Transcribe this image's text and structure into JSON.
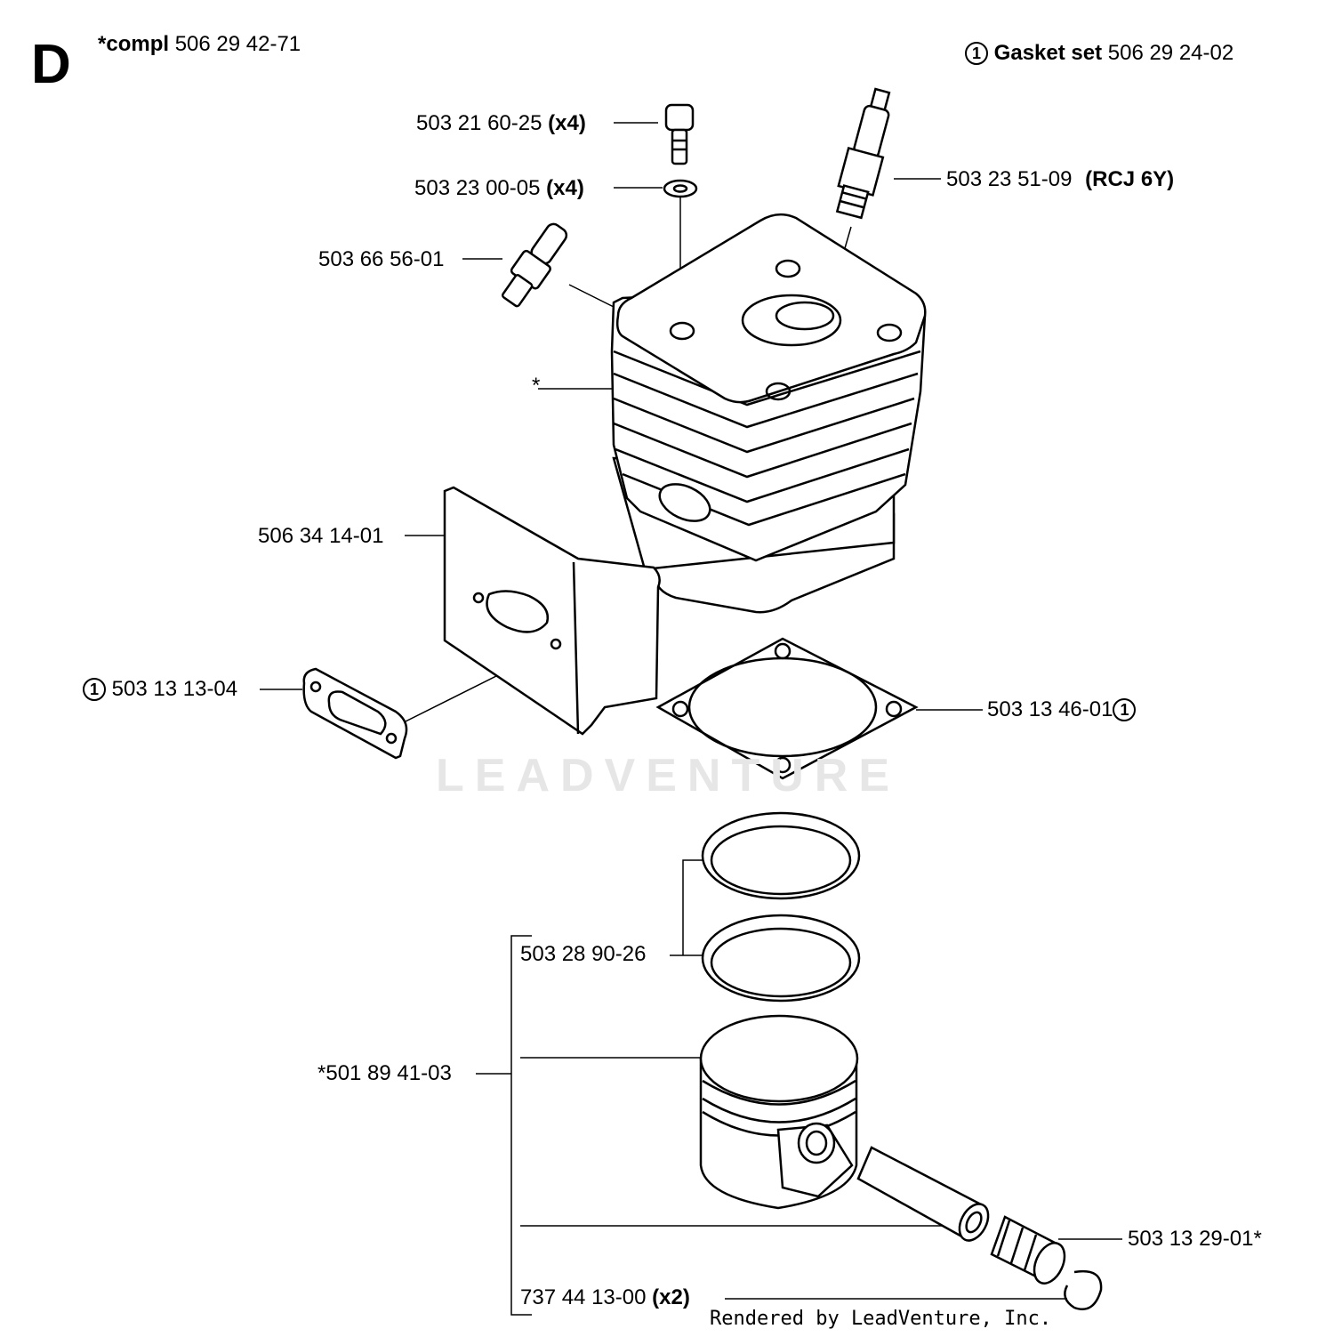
{
  "section": {
    "letter": "D"
  },
  "header": {
    "compl_label": "*compl",
    "compl_number": "506 29 42-71",
    "gasket_marker": "1",
    "gasket_label": "Gasket set",
    "gasket_number": "506 29 24-02"
  },
  "callouts": [
    {
      "id": "screw",
      "number": "503 21 60-25",
      "qty": "(x4)"
    },
    {
      "id": "washer",
      "number": "503 23 00-05",
      "qty": "(x4)"
    },
    {
      "id": "spark-plug",
      "number": "503 23 51-09",
      "qty": "(RCJ 6Y)"
    },
    {
      "id": "valve",
      "number": "503 66 56-01",
      "qty": ""
    },
    {
      "id": "cylinder",
      "number": "*",
      "qty": ""
    },
    {
      "id": "heat-shield",
      "number": "506 34 14-01",
      "qty": ""
    },
    {
      "id": "intake-gasket",
      "number": "503 13 13-04",
      "qty": "",
      "marker": "1"
    },
    {
      "id": "cylinder-gasket",
      "number": "503 13 46-01",
      "qty": "",
      "marker": "1"
    },
    {
      "id": "piston-rings",
      "number": "503 28 90-26",
      "qty": ""
    },
    {
      "id": "piston-assembly",
      "number": "*501 89 41-03",
      "qty": ""
    },
    {
      "id": "needle-bearing",
      "number": "503 13 29-01*",
      "qty": ""
    },
    {
      "id": "circlip",
      "number": "737 44 13-00",
      "qty": "(x2)"
    }
  ],
  "watermark": "LEADVENTURE",
  "footer": "Rendered by LeadVenture, Inc."
}
